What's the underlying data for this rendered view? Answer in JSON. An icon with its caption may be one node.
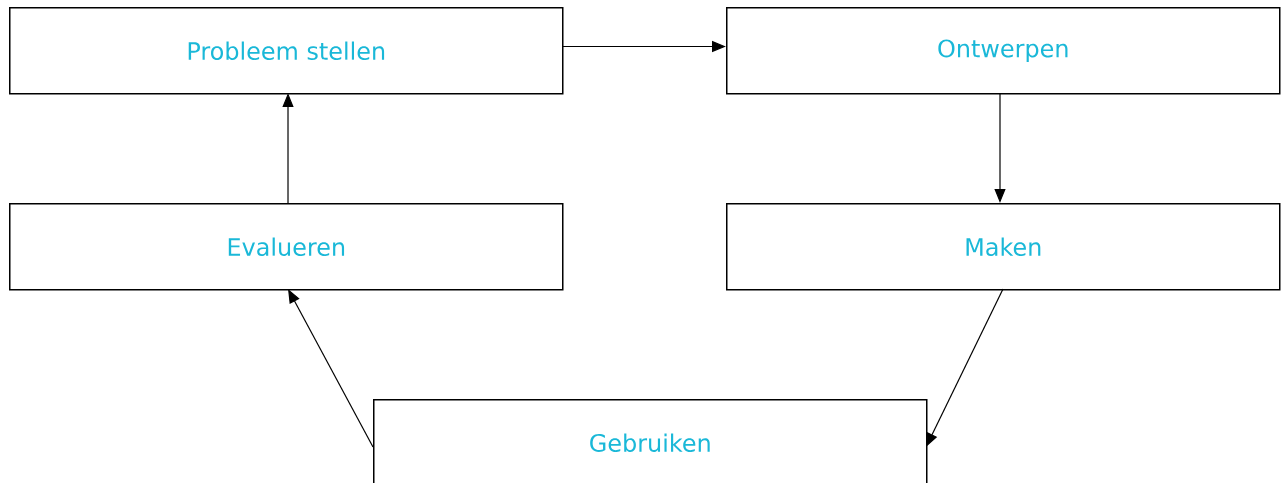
{
  "diagram": {
    "nodes": [
      {
        "text": [
          "Probleem stellen"
        ]
      },
      {
        "text": [
          "Ontwerpen"
        ]
      },
      {
        "text": [
          "Evalueren"
        ]
      },
      {
        "text": [
          "Maken"
        ]
      },
      {
        "text": [
          "Gebruiken"
        ]
      }
    ],
    "edges": [
      {
        "from": 0,
        "to": 1,
        "arrow": "to"
      },
      {
        "from": 1,
        "to": 3,
        "arrow": "to"
      },
      {
        "from": 3,
        "to": 4,
        "arrow": "to"
      },
      {
        "from": 4,
        "to": 2,
        "arrow": "to"
      },
      {
        "from": 2,
        "to": 0,
        "arrow": "to"
      }
    ]
  }
}
